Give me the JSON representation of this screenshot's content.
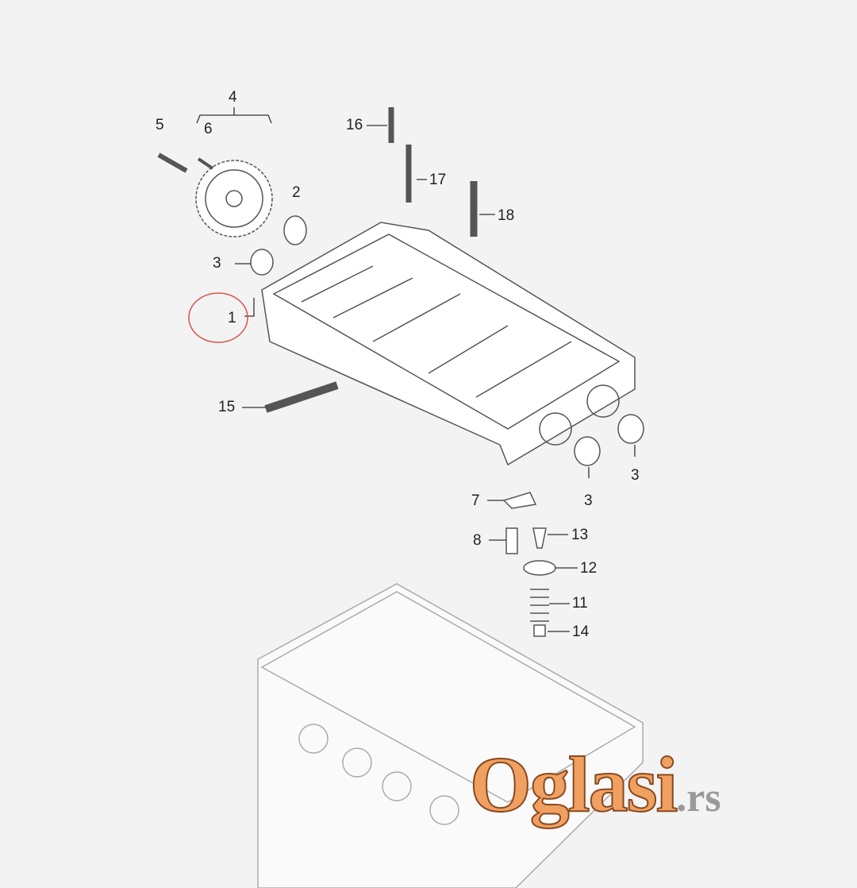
{
  "diagram": {
    "callouts": [
      "1",
      "2",
      "3",
      "3",
      "3",
      "4",
      "5",
      "6",
      "7",
      "8",
      "11",
      "12",
      "13",
      "14",
      "15",
      "16",
      "17",
      "18"
    ],
    "highlight_color": "#d9534f"
  },
  "watermark": {
    "brand": "Oglasi",
    "tld": ".rs",
    "brand_color": "#f0a060"
  }
}
